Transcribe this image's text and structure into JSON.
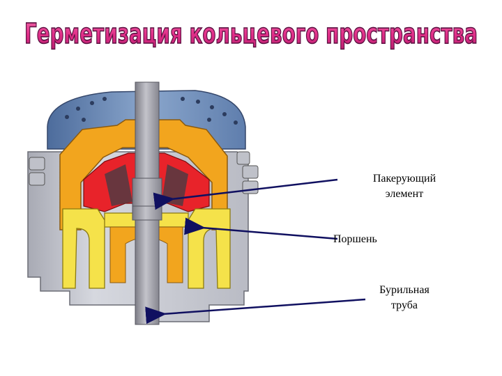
{
  "slide": {
    "title": "Герметизация кольцевого пространства"
  },
  "labels": {
    "packer_line1": "Пакерующий",
    "packer_line2": "элемент",
    "piston": "Поршень",
    "pipe_line1": "Бурильная",
    "pipe_line2": "труба"
  },
  "colors": {
    "title_fill": "#e83a8a",
    "title_stroke": "#5a1040",
    "body_gray": "#c9cbd3",
    "top_blue": "#6f8db8",
    "packer_red": "#e8232a",
    "piston_orange": "#f2a51e",
    "piston_yellow": "#f5e24a",
    "pipe_gray": "#9a9aa2",
    "arrow": "#101060"
  }
}
